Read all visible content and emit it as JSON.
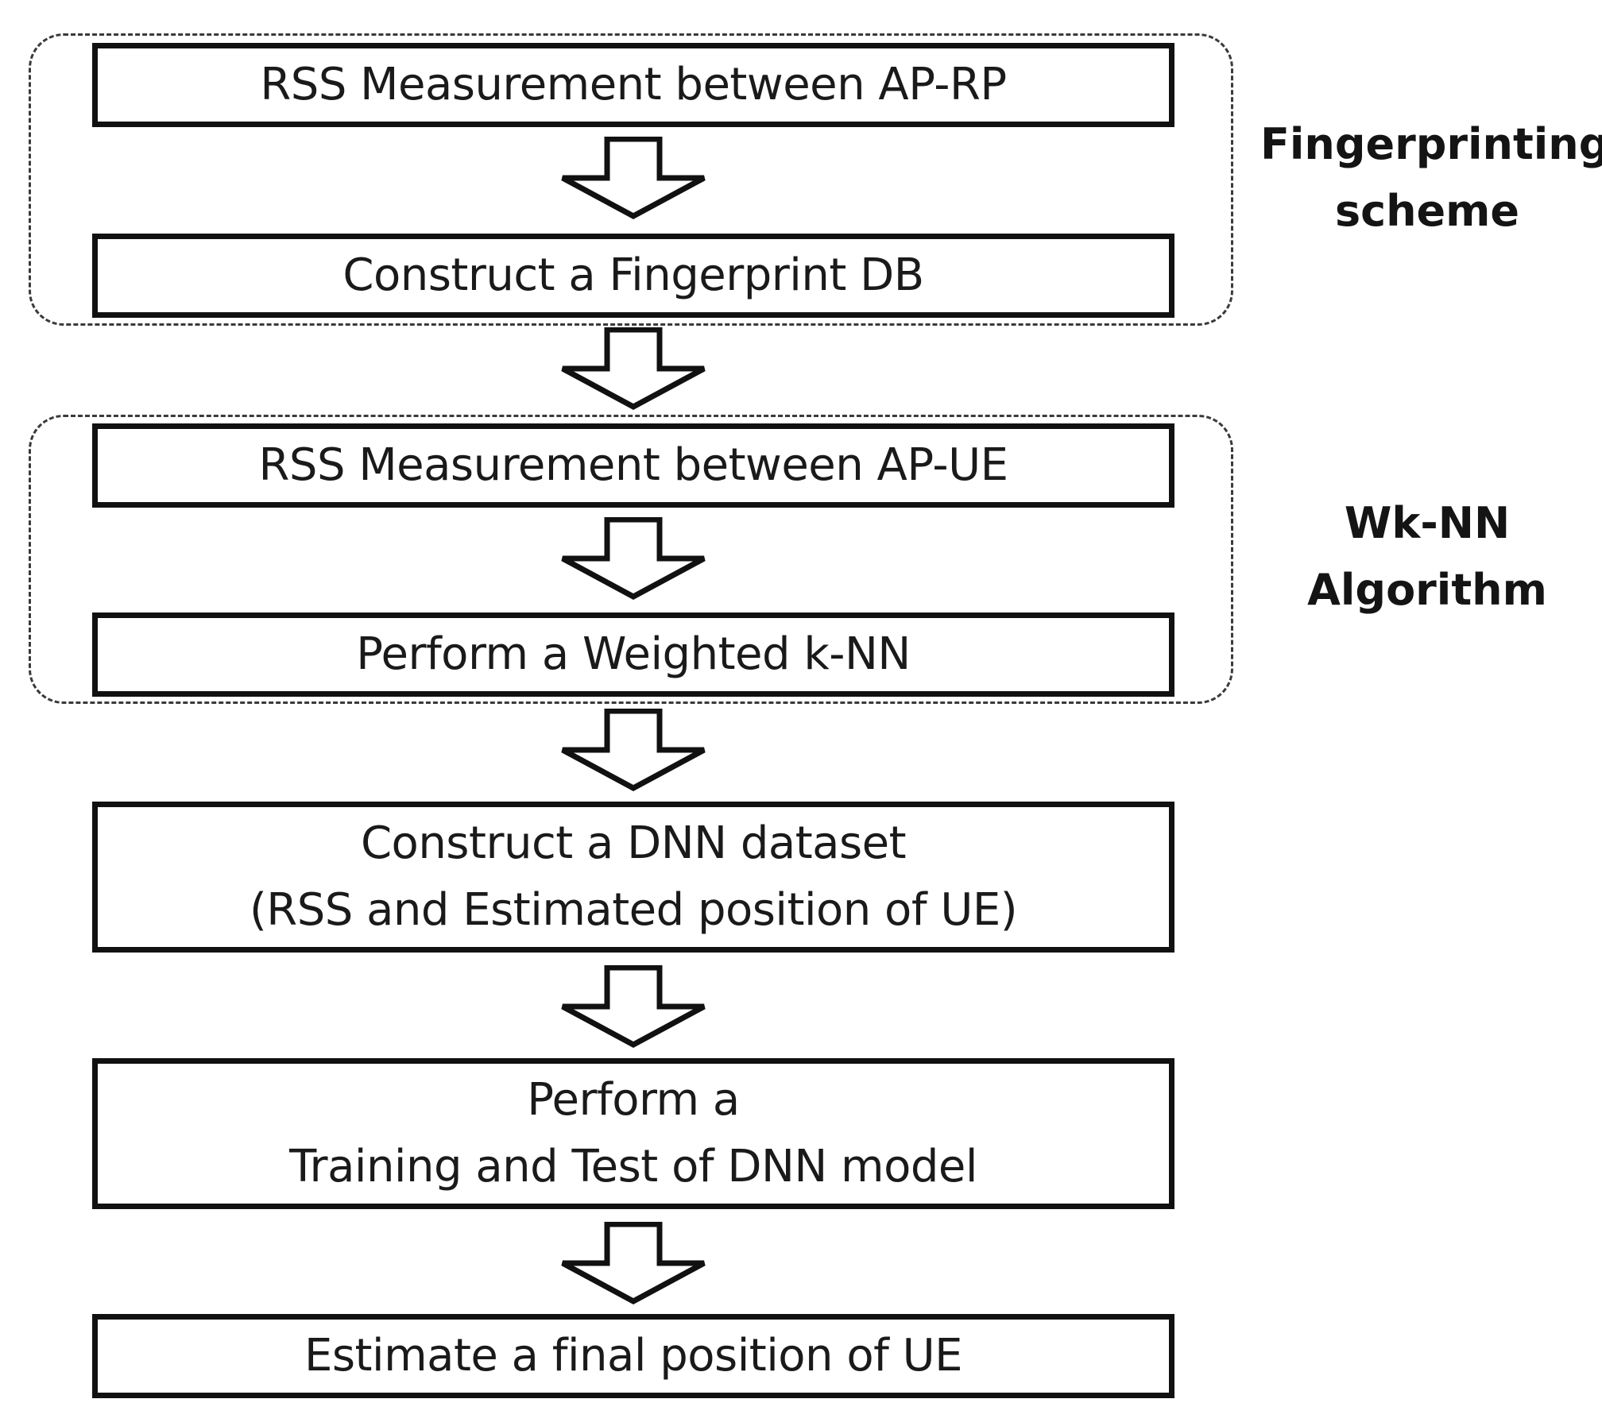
{
  "groups": {
    "fingerprinting": {
      "label_line1": "Fingerprinting",
      "label_line2": "scheme"
    },
    "wknn": {
      "label_line1": "Wk-NN",
      "label_line2": "Algorithm"
    }
  },
  "steps": {
    "rss_ap_rp": "RSS Measurement between AP-RP",
    "fingerprint_db": "Construct a Fingerprint DB",
    "rss_ap_ue": "RSS Measurement between AP-UE",
    "weighted_knn": "Perform a Weighted k-NN",
    "dnn_dataset_line1": "Construct a DNN dataset",
    "dnn_dataset_line2": "(RSS and Estimated position of UE)",
    "dnn_training_line1": "Perform a",
    "dnn_training_line2": "Training and Test of DNN model",
    "final_position": "Estimate a final position of UE"
  },
  "colors": {
    "stroke": "#111111",
    "dashed": "#3a3a3a",
    "background": "#ffffff"
  },
  "arrow_icon": "hollow-down-arrow"
}
